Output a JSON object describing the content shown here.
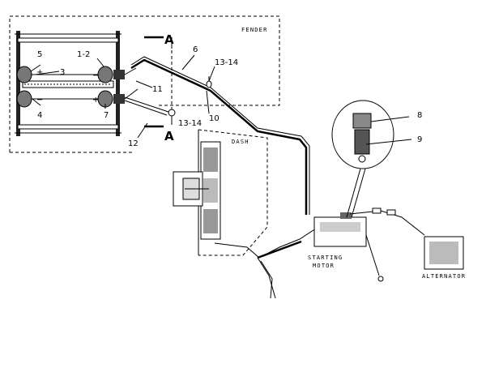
{
  "labels": {
    "fender": "FENDER",
    "dash": "DASH",
    "starting_motor_line1": "STARTING",
    "starting_motor_line2": "MOTOR",
    "alternator": "ALTERNATOR",
    "section_a_top": "A",
    "section_a_bottom": "A"
  },
  "callouts": {
    "c1_2": "1-2",
    "c3": "3",
    "c4": "4",
    "c5": "5",
    "c6": "6",
    "c7": "7",
    "c8": "8",
    "c9": "9",
    "c10": "10",
    "c11": "11",
    "c12": "12",
    "c13_14_top": "13-14",
    "c13_14_bottom": "13-14"
  },
  "polarity": {
    "plus_5": "+",
    "minus_1_2": "−",
    "minus_4": "−",
    "plus_7": "+"
  }
}
